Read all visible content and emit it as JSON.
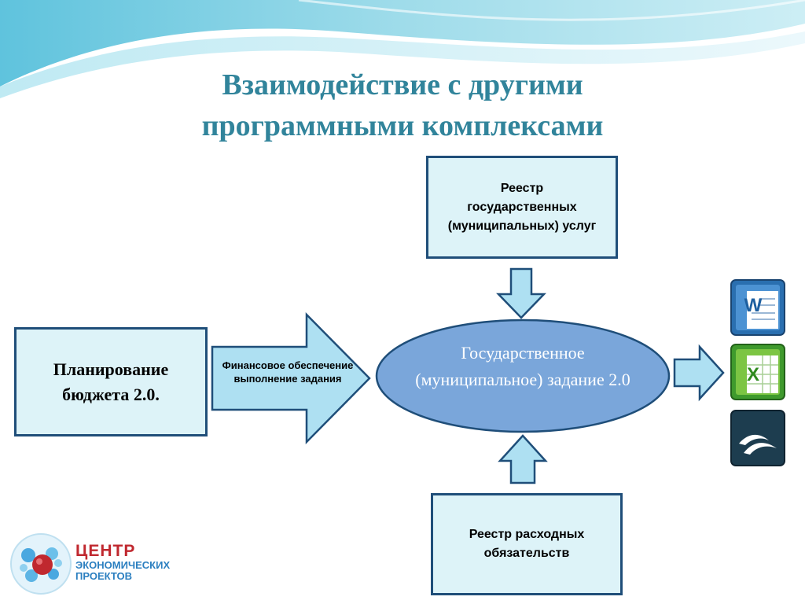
{
  "title": {
    "line1": "Взаимодействие с другими",
    "line2": "программными комплексами"
  },
  "nodes": {
    "registry_services": "Реестр государственных (муниципальных) услуг",
    "budget_planning": "Планирование бюджета 2.0.",
    "financial_support": "Финансовое обеспечение выполнение задания",
    "state_task": "Государственное (муниципальное) задание 2.0",
    "expenditure_registry": "Реестр расходных обязательств"
  },
  "outputs": [
    {
      "icon": "word-document-icon",
      "color": "#2a6fb0",
      "glyph": "W"
    },
    {
      "icon": "excel-spreadsheet-icon",
      "color": "#3f9a2d",
      "glyph": "X"
    },
    {
      "icon": "openoffice-document-icon",
      "color": "#1d3d4f",
      "glyph": ""
    }
  ],
  "logo": {
    "line1": "ЦЕНТР",
    "line2": "ЭКОНОМИЧЕСКИХ",
    "line3": "ПРОЕКТОВ"
  },
  "colors": {
    "title": "#31849b",
    "box_fill": "#ddf3f8",
    "box_border": "#1f4e79",
    "ellipse_fill": "#7aa6da",
    "arrow_fill": "#aee0f2"
  }
}
